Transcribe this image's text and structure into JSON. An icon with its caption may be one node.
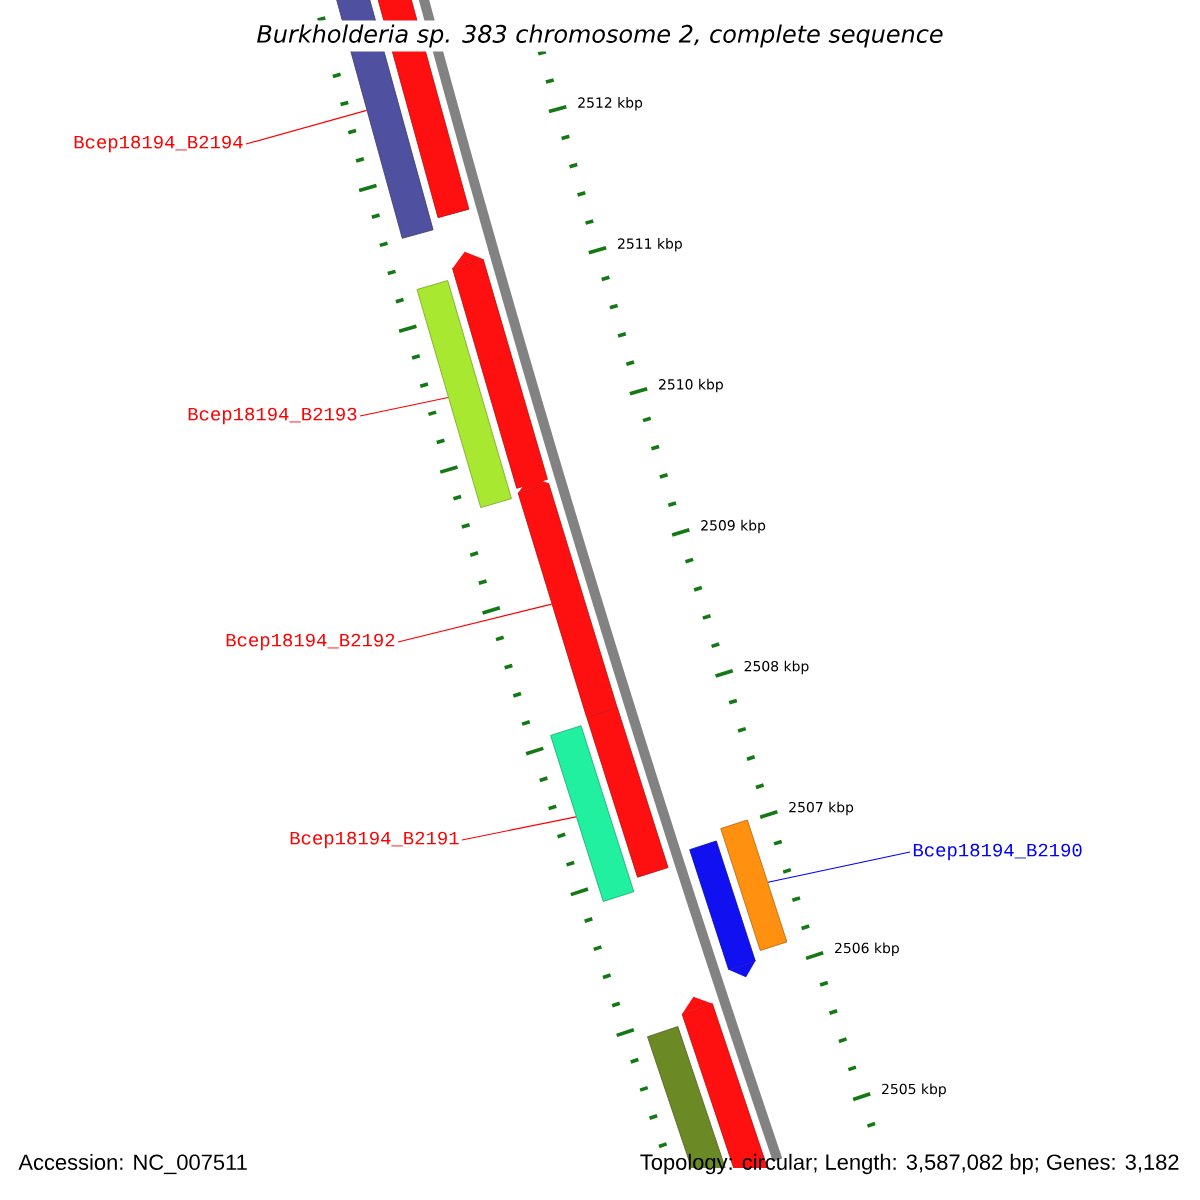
{
  "diagram": {
    "title": "*Burkholderia* sp. 383 chromosome 2, complete sequence",
    "nodes": [
      {
        "text": [
          "Bcep18194_B2194"
        ]
      },
      {
        "text": [
          "Bcep18194_B2193"
        ]
      },
      {
        "text": [
          "Bcep18194_B2192"
        ]
      },
      {
        "text": [
          "Bcep18194_B2191"
        ]
      },
      {
        "text": [
          "Bcep18194_B2190"
        ]
      },
      {
        "text": [],
        "shape": "bar"
      },
      {
        "text": [],
        "shape": "bar"
      },
      {
        "text": [],
        "shape": "bar"
      },
      {
        "text": [],
        "shape": "bar"
      },
      {
        "text": [],
        "shape": "bar"
      },
      {
        "text": [],
        "shape": "bar"
      },
      {
        "text": [],
        "shape": "bar"
      },
      {
        "text": [],
        "shape": "bar"
      },
      {
        "text": [],
        "shape": "bar"
      },
      {
        "text": [],
        "shape": "bar"
      },
      {
        "text": [],
        "shape": "bar"
      }
    ],
    "edges": [
      {
        "from": 0,
        "to": 5,
        "arrow": "none"
      },
      {
        "from": 1,
        "to": 7,
        "arrow": "none"
      },
      {
        "from": 2,
        "to": 9,
        "arrow": "none"
      },
      {
        "from": 3,
        "to": 10,
        "arrow": "none"
      },
      {
        "from": 4,
        "to": 13,
        "arrow": "none",
        "color": "#0000ff"
      }
    ],
    "labels": [
      "2512 kbp",
      "2511 kbp",
      "2510 kbp",
      "2509 kbp",
      "2508 kbp",
      "2507 kbp",
      "2506 kbp",
      "2505 kbp",
      "Accession: NC_007511",
      "Topology: circular; Length: 3,587,082 bp; Genes: 3,182"
    ]
  }
}
